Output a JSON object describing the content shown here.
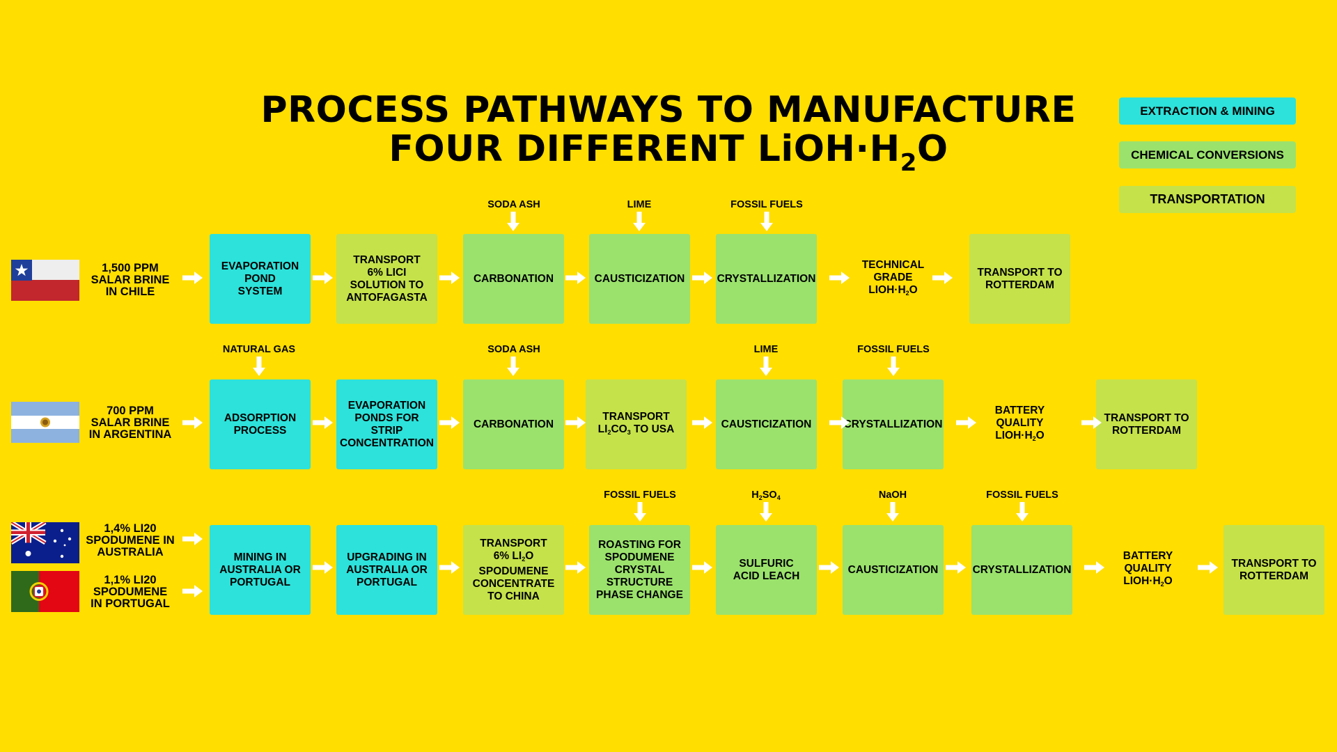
{
  "title": {
    "line1": "PROCESS PATHWAYS TO MANUFACTURE",
    "line2_prefix": "FOUR DIFFERENT LiOH·H",
    "line2_sub": "2",
    "line2_suffix": "O"
  },
  "legend": {
    "extraction": "EXTRACTION & MINING",
    "chemical": "CHEMICAL CONVERSIONS",
    "transportation": "TRANSPORTATION"
  },
  "colors": {
    "background": "#FFDE00",
    "extraction": "#2DE2DA",
    "chemical": "#9BE26C",
    "transportation": "#C5E24A"
  },
  "flags": {
    "chile": "chile-flag",
    "argentina": "argentina-flag",
    "australia": "australia-flag",
    "portugal": "portugal-flag"
  },
  "row1": {
    "source": [
      "1,500 PPM",
      "SALAR BRINE",
      "IN CHILE"
    ],
    "inputs": {
      "soda_ash": "SODA ASH",
      "lime": "LIME",
      "fossil_fuels": "FOSSIL FUELS"
    },
    "steps": {
      "evaporation": [
        "EVAPORATION",
        "POND",
        "SYSTEM"
      ],
      "transport_licl": [
        "TRANSPORT",
        "6% LICI",
        "SOLUTION TO",
        "ANTOFAGASTA"
      ],
      "carbonation": "CARBONATION",
      "causticization": "CAUSTICIZATION",
      "crystallization": "CRYSTALLIZATION",
      "product": {
        "line1": "TECHNICAL",
        "line2": "GRADE",
        "line3_prefix": "LIOH·H",
        "line3_sub": "2",
        "line3_suffix": "O"
      },
      "transport_rotterdam": [
        "TRANSPORT TO",
        "ROTTERDAM"
      ]
    }
  },
  "row2": {
    "source": [
      "700 PPM",
      "SALAR BRINE",
      "IN ARGENTINA"
    ],
    "inputs": {
      "natural_gas": "NATURAL GAS",
      "soda_ash": "SODA ASH",
      "lime": "LIME",
      "fossil_fuels": "FOSSIL FUELS"
    },
    "steps": {
      "adsorption": [
        "ADSORPTION",
        "PROCESS"
      ],
      "evaporation": [
        "EVAPORATION",
        "PONDS FOR STRIP",
        "CONCENTRATION"
      ],
      "carbonation": "CARBONATION",
      "transport_li2co3": {
        "line1": "TRANSPORT",
        "a": "LI",
        "sub1": "2",
        "b": "CO",
        "sub2": "3",
        "c": " TO USA"
      },
      "causticization": "CAUSTICIZATION",
      "crystallization": "CRYSTALLIZATION",
      "product": {
        "line1": "BATTERY",
        "line2": "QUALITY",
        "line3_prefix": "LIOH·H",
        "line3_sub": "2",
        "line3_suffix": "O"
      },
      "transport_rotterdam": [
        "TRANSPORT TO",
        "ROTTERDAM"
      ]
    }
  },
  "row3": {
    "source_australia": [
      "1,4% LI20",
      "SPODUMENE IN",
      "AUSTRALIA"
    ],
    "source_portugal": [
      "1,1% LI20",
      "SPODUMENE",
      "IN PORTUGAL"
    ],
    "inputs": {
      "fossil_fuels_1": "FOSSIL FUELS",
      "h2so4": {
        "a": "H",
        "sub1": "2",
        "b": "SO",
        "sub2": "4"
      },
      "naoh": "NaOH",
      "fossil_fuels_2": "FOSSIL FUELS"
    },
    "steps": {
      "mining": [
        "MINING IN",
        "AUSTRALIA OR",
        "PORTUGAL"
      ],
      "upgrading": [
        "UPGRADING IN",
        "AUSTRALIA OR",
        "PORTUGAL"
      ],
      "transport_china": {
        "line1": "TRANSPORT",
        "line2_prefix": "6% LI",
        "line2_sub": "2",
        "line2_suffix": "O",
        "line3": "SPODUMENE",
        "line4": "CONCENTRATE",
        "line5": "TO CHINA"
      },
      "roasting": [
        "ROASTING FOR",
        "SPODUMENE",
        "CRYSTAL",
        "STRUCTURE",
        "PHASE CHANGE"
      ],
      "leach": [
        "SULFURIC",
        "ACID LEACH"
      ],
      "causticization": "CAUSTICIZATION",
      "crystallization": "CRYSTALLIZATION",
      "product": {
        "line1": "BATTERY",
        "line2": "QUALITY",
        "line3_prefix": "LIOH·H",
        "line3_sub": "2",
        "line3_suffix": "O"
      },
      "transport_rotterdam": [
        "TRANSPORT TO",
        "ROTTERDAM"
      ]
    }
  }
}
